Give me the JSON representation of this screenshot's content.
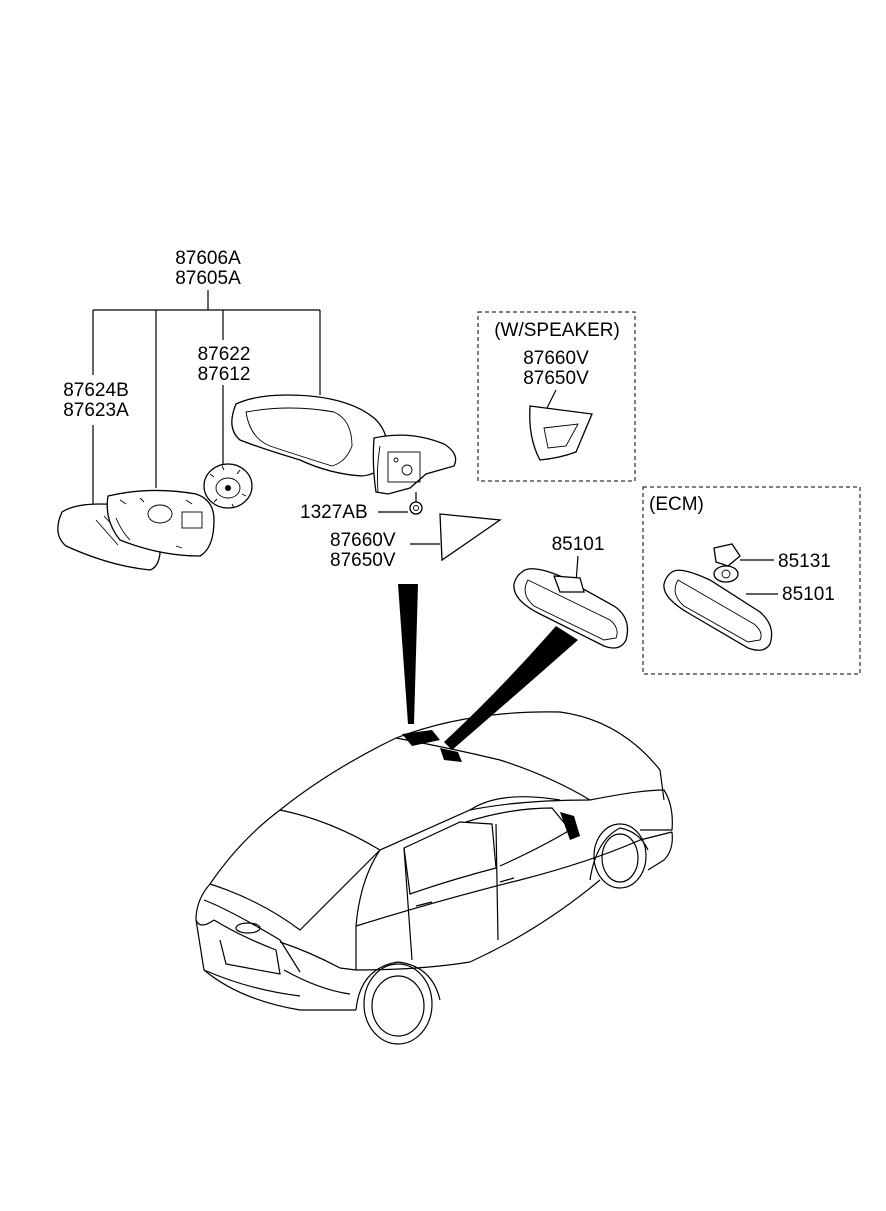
{
  "labels": {
    "mirror_assy_1": "87606A",
    "mirror_assy_2": "87605A",
    "actuator_1": "87622",
    "actuator_2": "87612",
    "glass_1": "87624B",
    "glass_2": "87623A",
    "bolt": "1327AB",
    "cover_1": "87660V",
    "cover_2": "87650V",
    "speaker_title": "(W/SPEAKER)",
    "speaker_cover_1": "87660V",
    "speaker_cover_2": "87650V",
    "inside_mirror": "85101",
    "ecm_title": "(ECM)",
    "ecm_cover": "85131",
    "ecm_mirror": "85101"
  },
  "colors": {
    "ink": "#000000",
    "background": "#ffffff"
  }
}
